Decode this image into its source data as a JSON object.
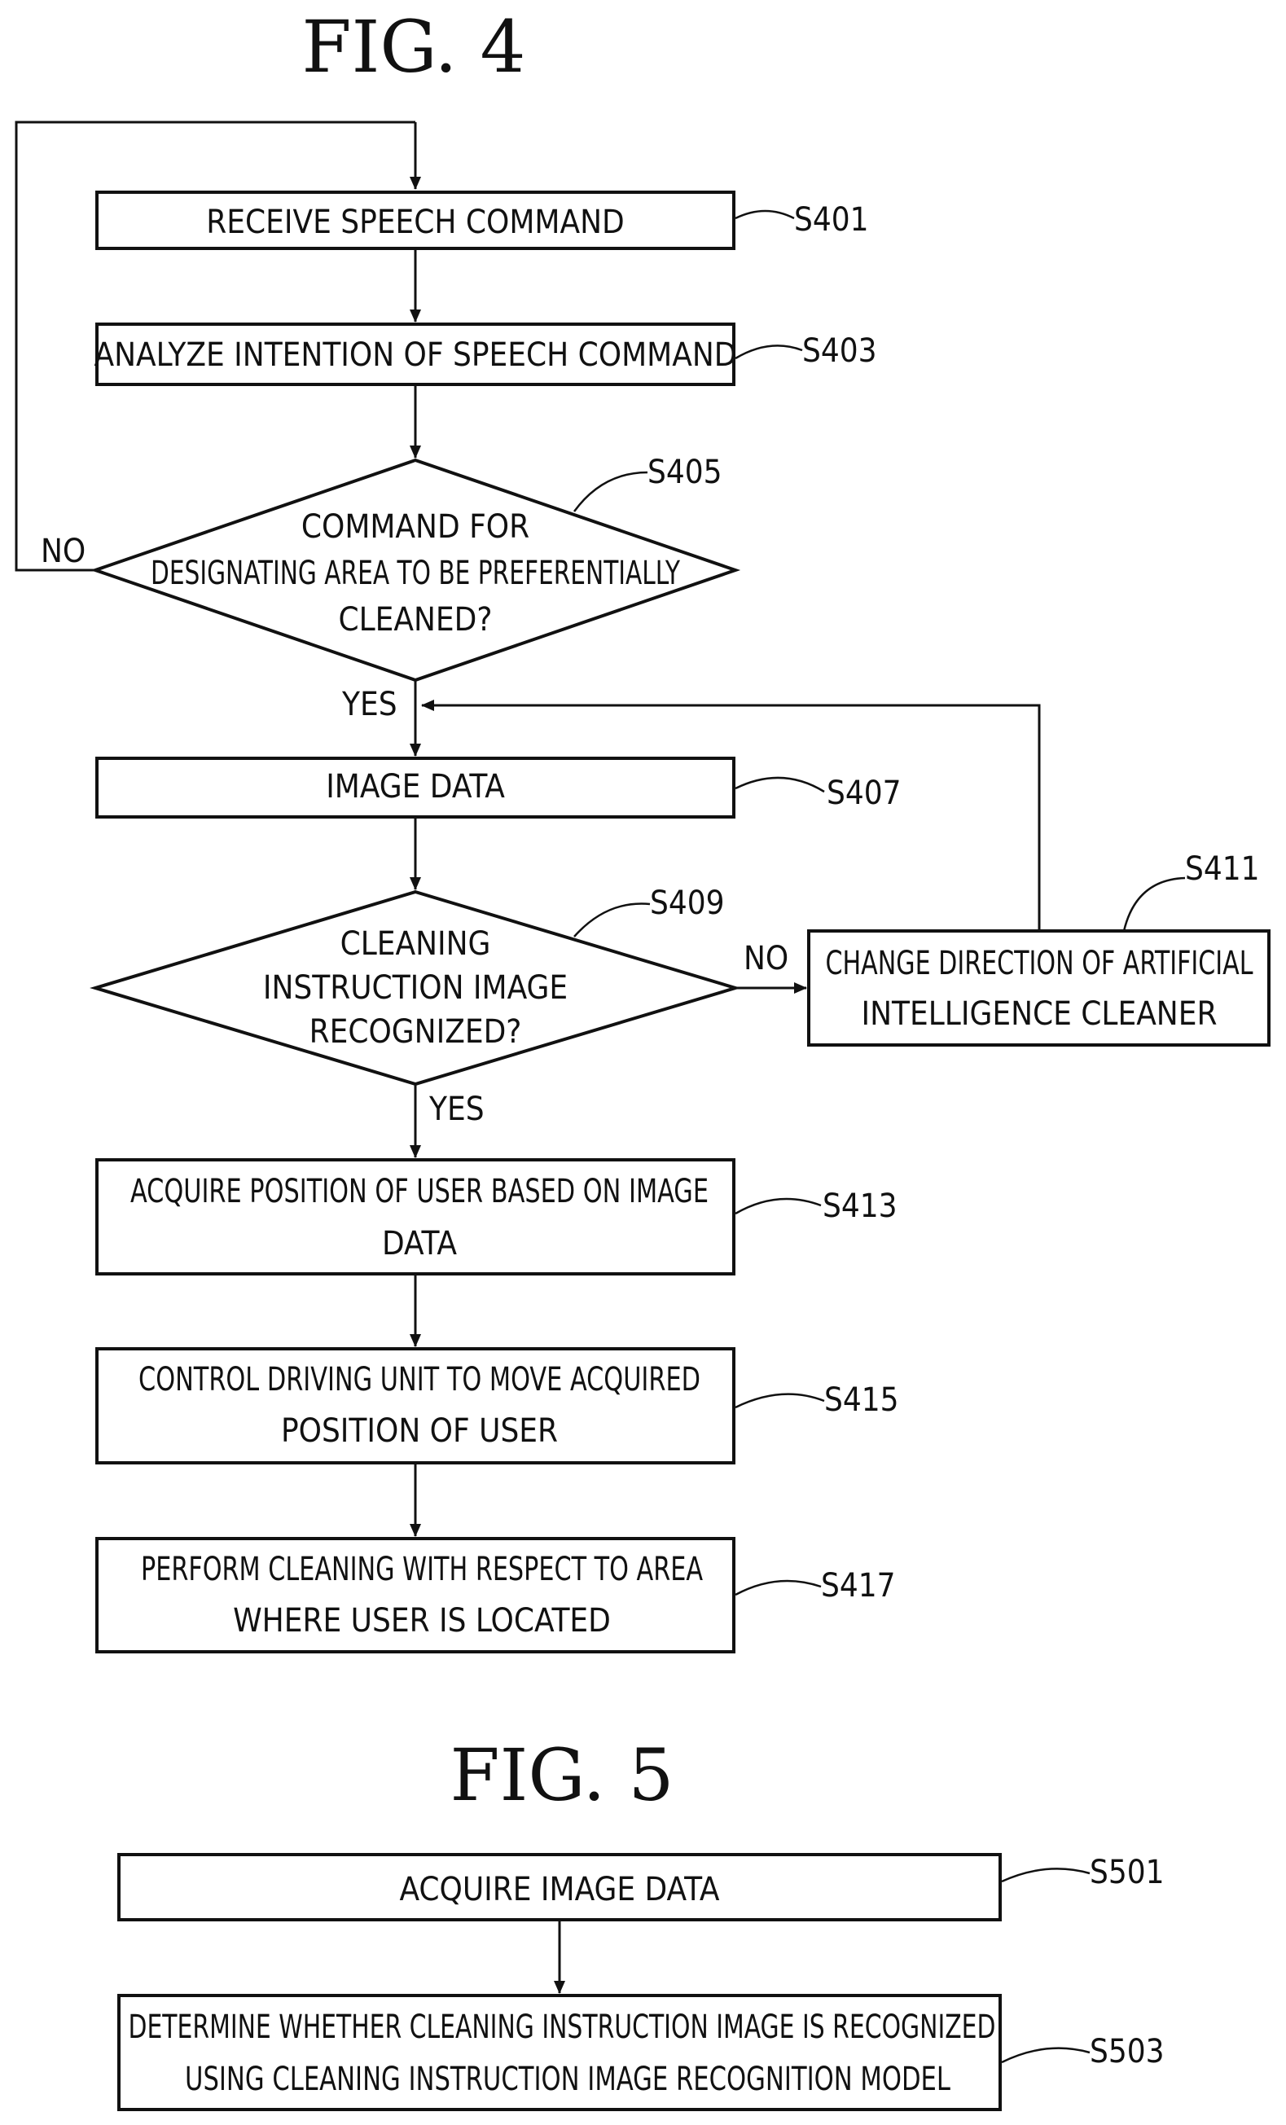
{
  "fig4": {
    "title": "FIG. 4",
    "steps": {
      "s401": {
        "id": "S401",
        "text": "RECEIVE SPEECH COMMAND"
      },
      "s403": {
        "id": "S403",
        "text": "ANALYZE INTENTION OF SPEECH COMMAND"
      },
      "s405": {
        "id": "S405",
        "lines": [
          "COMMAND FOR",
          "DESIGNATING AREA TO BE PREFERENTIALLY",
          "CLEANED?"
        ]
      },
      "s407": {
        "id": "S407",
        "text": "IMAGE DATA"
      },
      "s409": {
        "id": "S409",
        "lines": [
          "CLEANING",
          "INSTRUCTION IMAGE",
          "RECOGNIZED?"
        ]
      },
      "s411": {
        "id": "S411",
        "lines": [
          "CHANGE DIRECTION OF ARTIFICIAL",
          "INTELLIGENCE CLEANER"
        ]
      },
      "s413": {
        "id": "S413",
        "lines": [
          "ACQUIRE POSITION OF USER BASED ON IMAGE",
          "DATA"
        ]
      },
      "s415": {
        "id": "S415",
        "lines": [
          "CONTROL DRIVING UNIT TO MOVE ACQUIRED",
          "POSITION OF USER"
        ]
      },
      "s417": {
        "id": "S417",
        "lines": [
          "PERFORM CLEANING WITH RESPECT TO AREA",
          "WHERE USER IS LOCATED"
        ]
      }
    },
    "branches": {
      "s405_no": "NO",
      "s405_yes": "YES",
      "s409_no": "NO",
      "s409_yes": "YES"
    }
  },
  "fig5": {
    "title": "FIG. 5",
    "steps": {
      "s501": {
        "id": "S501",
        "text": "ACQUIRE IMAGE DATA"
      },
      "s503": {
        "id": "S503",
        "lines": [
          "DETERMINE WHETHER CLEANING INSTRUCTION IMAGE IS RECOGNIZED",
          "USING CLEANING INSTRUCTION IMAGE RECOGNITION MODEL"
        ]
      }
    }
  }
}
